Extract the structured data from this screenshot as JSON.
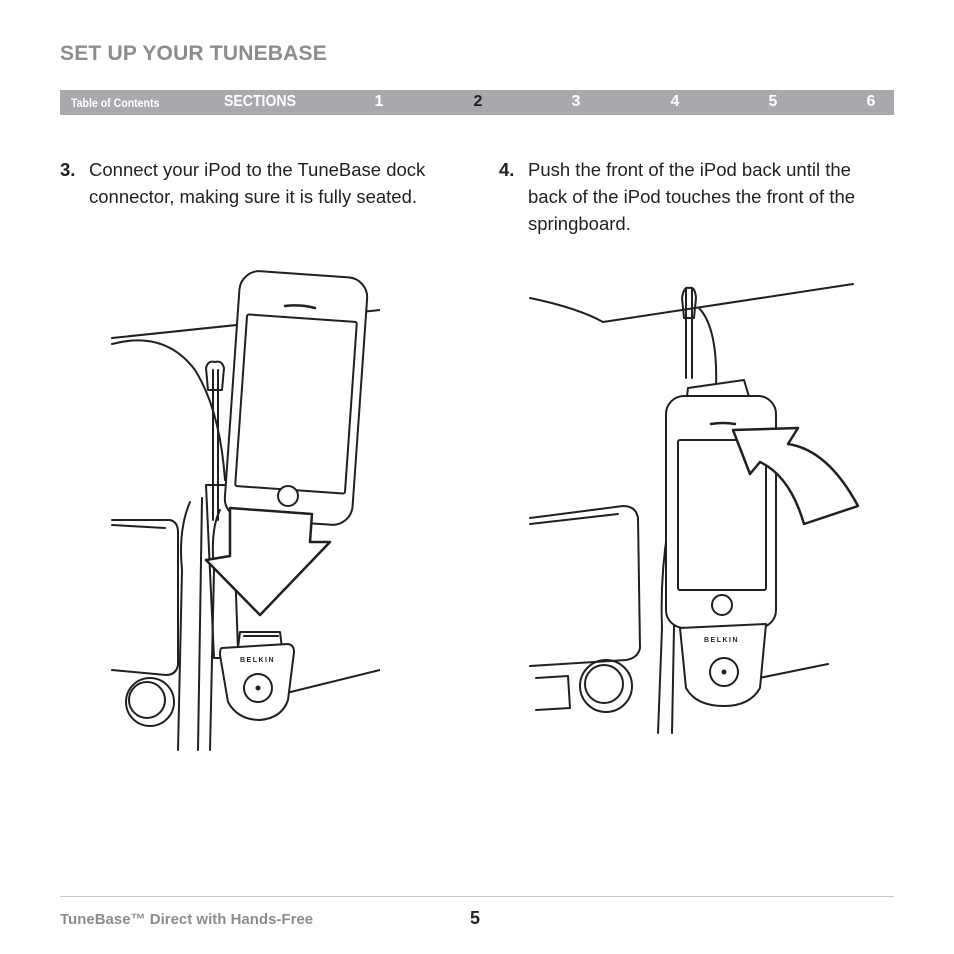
{
  "header": {
    "section_title": "SET UP YOUR TUNEBASE"
  },
  "nav": {
    "toc_label": "Table of Contents",
    "sections_label": "SECTIONS",
    "numbers": [
      "1",
      "2",
      "3",
      "4",
      "5",
      "6"
    ],
    "active": "2"
  },
  "steps": [
    {
      "number": "3.",
      "lines": [
        "Connect your iPod to the TuneBase dock",
        "connector, making sure it is fully seated."
      ]
    },
    {
      "number": "4.",
      "lines": [
        "Push the front of the iPod back until the",
        "back of the iPod touches the front of the",
        "springboard."
      ]
    }
  ],
  "illustrations": {
    "brand_label": "BELKIN"
  },
  "footer": {
    "product": "TuneBase™ Direct with Hands-Free",
    "page_number": "5"
  }
}
